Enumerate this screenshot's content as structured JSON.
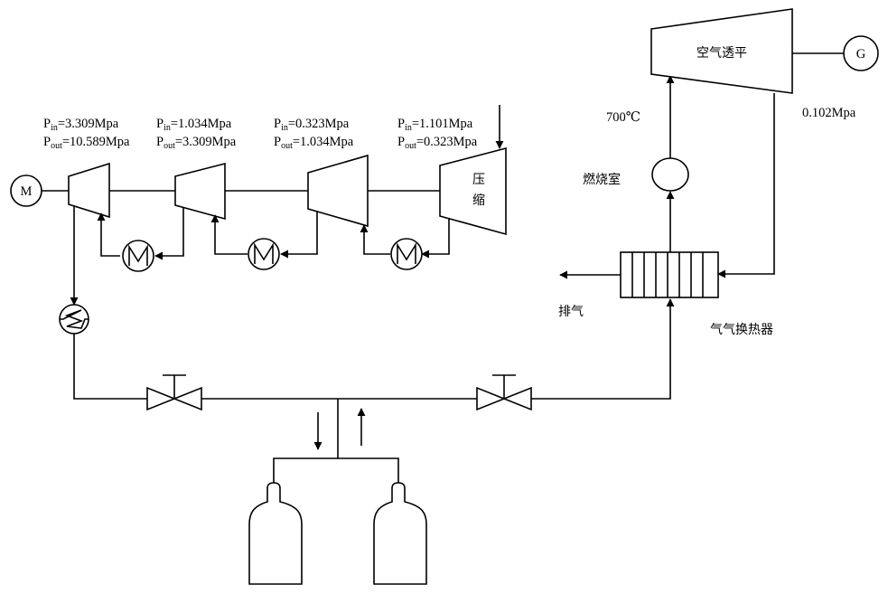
{
  "labels": {
    "motor": "M",
    "generator": "G",
    "turbine": "空气透平",
    "compressor_line1": "压",
    "compressor_line2": "缩",
    "combustor": "燃烧室",
    "exhaust": "排气",
    "heat_exchanger": "气气换热器",
    "temp": "700℃",
    "turbine_pressure": "0.102Mpa",
    "cooler_motor": "M"
  },
  "stages": [
    {
      "p_sym": "P",
      "in_sub": "in",
      "out_sub": "out",
      "in_val": "=3.309Mpa",
      "out_val": "=10.589Mpa"
    },
    {
      "p_sym": "P",
      "in_sub": "in",
      "out_sub": "out",
      "in_val": "=1.034Mpa",
      "out_val": "=3.309Mpa"
    },
    {
      "p_sym": "P",
      "in_sub": "in",
      "out_sub": "out",
      "in_val": "=0.323Mpa",
      "out_val": "=1.034Mpa"
    },
    {
      "p_sym": "P",
      "in_sub": "in",
      "out_sub": "out",
      "in_val": "=1.101Mpa",
      "out_val": "=0.323Mpa"
    }
  ]
}
